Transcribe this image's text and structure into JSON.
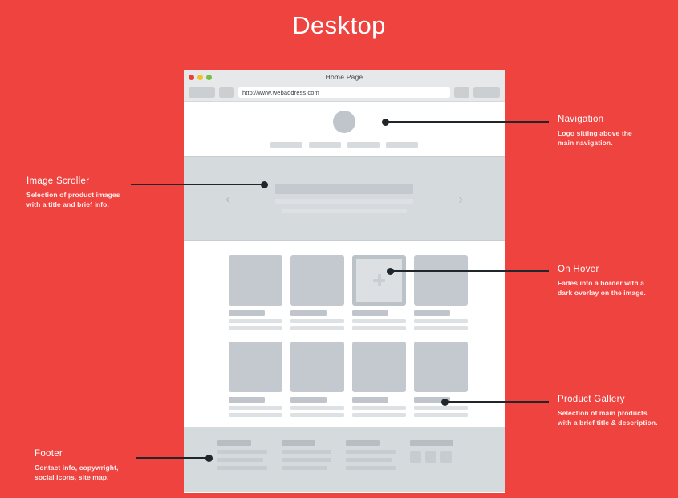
{
  "page": {
    "title": "Desktop",
    "background_color": "#ef4340",
    "accent_dark": "#21262b"
  },
  "browser": {
    "window_title": "Home Page",
    "url": "http://www.webaddress.com",
    "traffic_lights": [
      {
        "name": "close",
        "color": "#ee3f35"
      },
      {
        "name": "minimize",
        "color": "#f2c12e"
      },
      {
        "name": "zoom",
        "color": "#73c045"
      }
    ],
    "toolbar_buttons_left": [
      "back-forward-placeholder",
      "action-placeholder"
    ],
    "toolbar_buttons_right": [
      "share-placeholder",
      "tabs-placeholder"
    ]
  },
  "wireframe": {
    "navigation": {
      "logo": "logo-placeholder",
      "items": [
        "nav-item-1",
        "nav-item-2",
        "nav-item-3",
        "nav-item-4"
      ]
    },
    "scroller": {
      "prev_icon": "‹",
      "next_icon": "›",
      "title_placeholder": "scroller-title",
      "text_lines": 2
    },
    "gallery": {
      "rows": 2,
      "columns": 4,
      "hover_tile_index": 2,
      "hover_icon": "+",
      "text_lines_per_tile": 2
    },
    "footer": {
      "columns": [
        {
          "type": "text",
          "lines": 3
        },
        {
          "type": "text",
          "lines": 3
        },
        {
          "type": "text",
          "lines": 3
        },
        {
          "type": "social",
          "icons": 3
        }
      ]
    }
  },
  "annotations": [
    {
      "id": "navigation",
      "title": "Navigation",
      "description": "Logo sitting above the\nmain navigation."
    },
    {
      "id": "image-scroller",
      "title": "Image Scroller",
      "description": "Selection of product images\nwith a title and brief info."
    },
    {
      "id": "on-hover",
      "title": "On Hover",
      "description": "Fades into a border with a\ndark overlay on the image."
    },
    {
      "id": "product-gallery",
      "title": "Product Gallery",
      "description": "Selection of main products\nwith a brief title & description."
    },
    {
      "id": "footer",
      "title": "Footer",
      "description": "Contact info, copywright,\nsocial icons, site map."
    }
  ]
}
